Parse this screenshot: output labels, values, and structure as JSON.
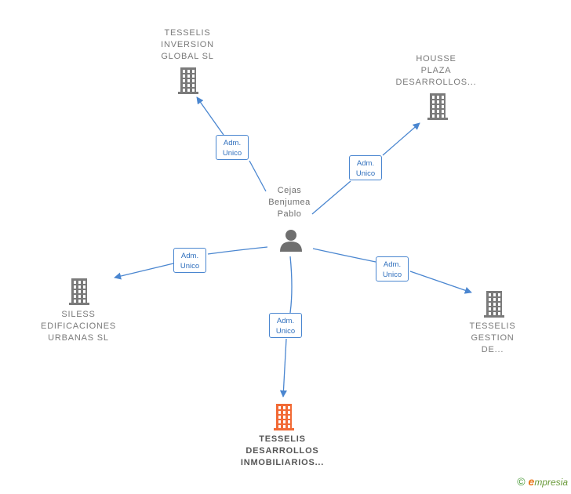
{
  "center": {
    "lines": [
      "Cejas",
      "Benjumea",
      "Pablo"
    ]
  },
  "companies": [
    {
      "id": "tesselis-inversion",
      "lines": [
        "TESSELIS",
        "INVERSION",
        "GLOBAL  SL"
      ],
      "main": false
    },
    {
      "id": "housse-plaza",
      "lines": [
        "HOUSSE",
        "PLAZA",
        "DESARROLLOS..."
      ],
      "main": false
    },
    {
      "id": "siless",
      "lines": [
        "SILESS",
        "EDIFICACIONES",
        "URBANAS  SL"
      ],
      "main": false
    },
    {
      "id": "tesselis-gestion",
      "lines": [
        "TESSELIS",
        "GESTION",
        "DE..."
      ],
      "main": false
    },
    {
      "id": "tesselis-desarrollos",
      "lines": [
        "TESSELIS",
        "DESARROLLOS",
        "INMOBILIARIOS..."
      ],
      "main": true
    }
  ],
  "relations": [
    {
      "to": "tesselis-inversion",
      "lines": [
        "Adm.",
        "Unico"
      ]
    },
    {
      "to": "housse-plaza",
      "lines": [
        "Adm.",
        "Unico"
      ]
    },
    {
      "to": "siless",
      "lines": [
        "Adm.",
        "Unico"
      ]
    },
    {
      "to": "tesselis-gestion",
      "lines": [
        "Adm.",
        "Unico"
      ]
    },
    {
      "to": "tesselis-desarrollos",
      "lines": [
        "Adm.",
        "Unico"
      ]
    }
  ],
  "colors": {
    "edge": "#4a86d0",
    "building": "#7a7a7a",
    "building_main": "#f26a35",
    "person": "#6f6f6f"
  },
  "footer": {
    "copyright": "©",
    "brand_initial": "e",
    "brand_rest": "mpresia"
  }
}
